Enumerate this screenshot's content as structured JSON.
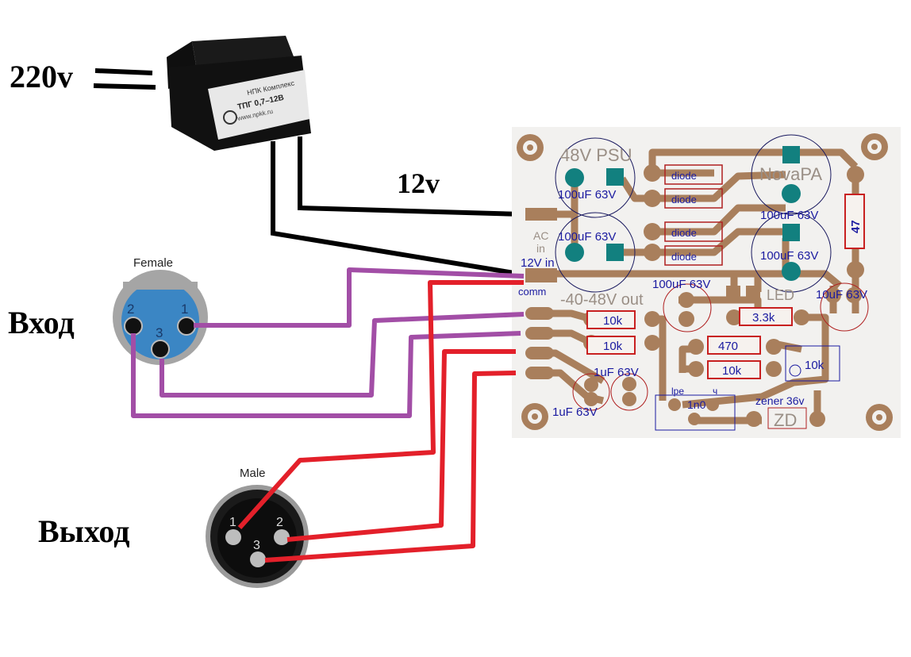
{
  "labels": {
    "mains": "220v",
    "secondary": "12v",
    "input": "Вход",
    "output": "Выход",
    "female": "Female",
    "male": "Male"
  },
  "transformer": {
    "line1": "НПК Комплекс",
    "line2": "ТПГ 0,7–12В",
    "line3": "www.npkk.ru"
  },
  "xlr_female": {
    "pins": [
      "1",
      "2",
      "3"
    ]
  },
  "xlr_male": {
    "pins": [
      "1",
      "2",
      "3"
    ]
  },
  "pcb": {
    "title_left": "48V PSU",
    "title_right": "NovaPA",
    "ac_in": "AC",
    "ac_in2": "in",
    "v12_in": "12V in",
    "comm": "comm",
    "out_label": "-40-48V out",
    "led": "LED",
    "zd": "ZD",
    "zener": "zener 36v",
    "diodes": [
      "diode",
      "diode",
      "diode",
      "diode"
    ],
    "caps": {
      "c1": "100uF 63V",
      "c2": "100uF 63V",
      "c3": "100uF 63V",
      "c4": "100uF 63V",
      "c5": "100uF 63V",
      "c6": "10uF 63V",
      "c7": "1uF 63V",
      "c8": "1uF 63V"
    },
    "resistors": {
      "r47": "47",
      "r33k": "3.3k",
      "r470": "470",
      "r10k_a": "10k",
      "r10k_b": "10k",
      "r10k_c": "10k",
      "trim": "10k"
    },
    "ic_labels": [
      "lpe",
      "ч",
      "1n0"
    ]
  },
  "colors": {
    "trace": "#a97f5c",
    "board": "#f2f1ef",
    "cap_fill": "#12807f",
    "wire_black": "#000000",
    "wire_purple": "#a24ea6",
    "wire_red": "#e3202a",
    "resistor": "#c82020",
    "pcb_text": "#1a1aa0",
    "xlr_female_blue": "#3b86c4"
  }
}
